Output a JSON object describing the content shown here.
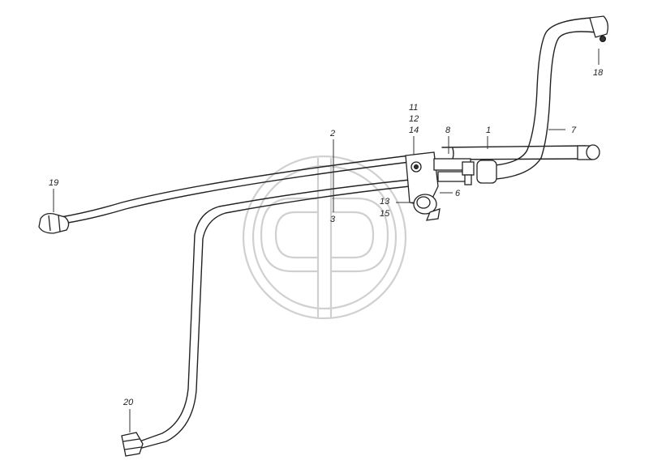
{
  "diagram": {
    "callouts": {
      "c1": "1",
      "c2": "2",
      "c3": "3",
      "c6": "6",
      "c7": "7",
      "c8": "8",
      "c11": "11",
      "c12": "12",
      "c13": "13",
      "c14": "14",
      "c15": "15",
      "c18": "18",
      "c19": "19",
      "c20": "20"
    },
    "colors": {
      "line": "#222222",
      "watermark": "#d0d0d0",
      "background": "#ffffff"
    }
  }
}
